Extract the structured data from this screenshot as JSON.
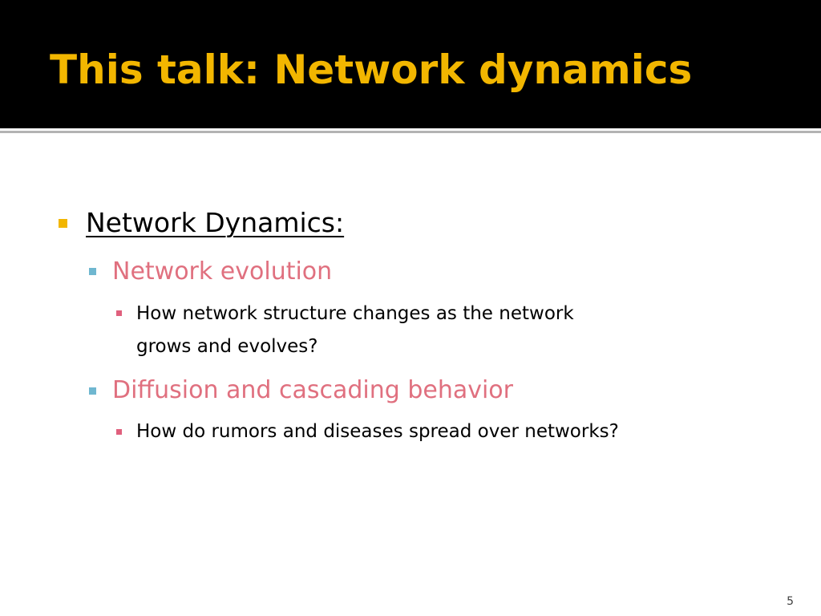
{
  "slide": {
    "title": "This talk: Network dynamics",
    "page_number": "5"
  },
  "content": {
    "heading": "Network Dynamics:",
    "items": [
      {
        "label": "Network evolution",
        "details": [
          "How network structure changes as the network",
          "grows and evolves?"
        ]
      },
      {
        "label": "Diffusion and cascading behavior",
        "details": [
          "How do rumors and diseases spread over networks?"
        ]
      }
    ]
  },
  "colors": {
    "title_bar": "#000000",
    "title_text": "#f2b600",
    "level1_bullet": "#f2b600",
    "level2_bullet": "#6fb7d0",
    "level2_text": "#e0707f",
    "level3_bullet": "#e0607d"
  }
}
